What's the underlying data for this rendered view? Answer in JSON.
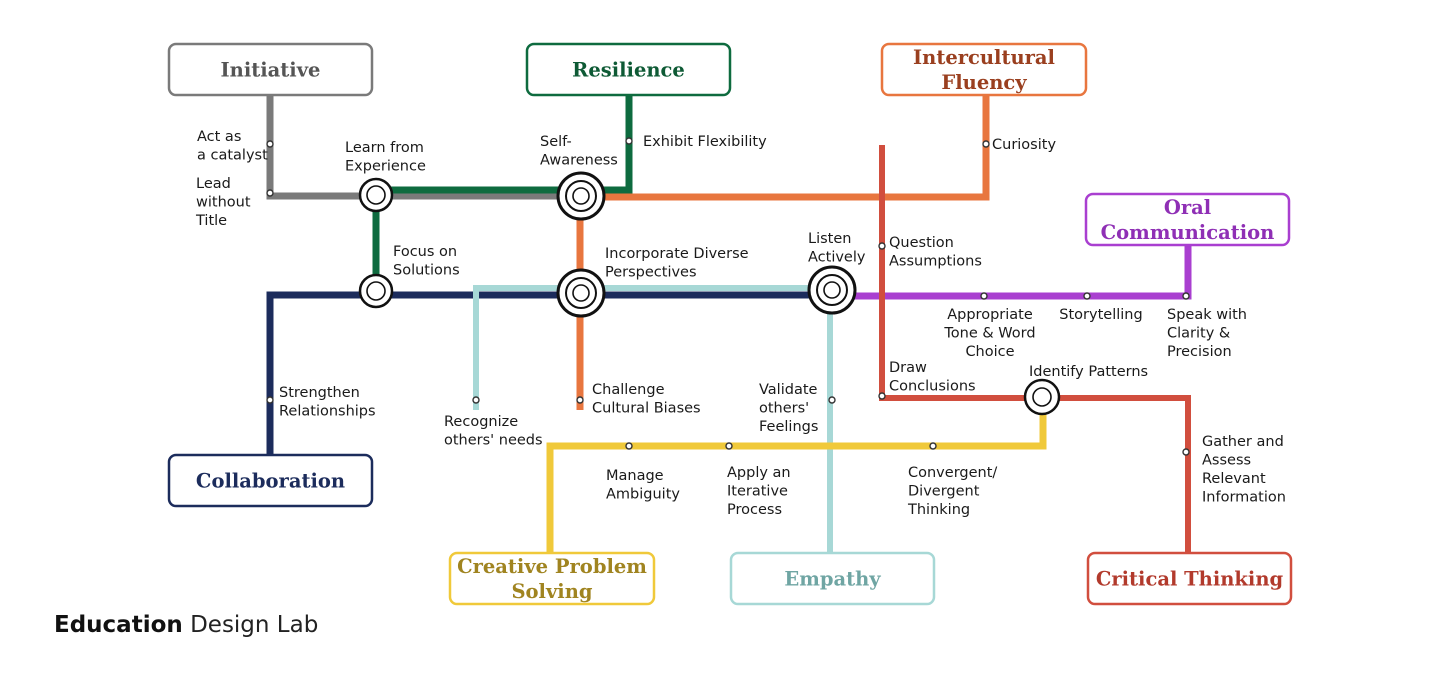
{
  "competencies": {
    "initiative": {
      "label": [
        "Initiative"
      ],
      "color": "#7a7a7a"
    },
    "resilience": {
      "label": [
        "Resilience"
      ],
      "color": "#0e6b3f"
    },
    "intercultural": {
      "label": [
        "Intercultural",
        "Fluency"
      ],
      "color": "#e8763f"
    },
    "oral": {
      "label": [
        "Oral",
        "Communication"
      ],
      "color": "#a93fd0"
    },
    "collaboration": {
      "label": [
        "Collaboration"
      ],
      "color": "#1c2c5c"
    },
    "creative": {
      "label": [
        "Creative Problem",
        "Solving"
      ],
      "color": "#f0c93a"
    },
    "empathy": {
      "label": [
        "Empathy"
      ],
      "color": "#a7d8d6"
    },
    "critical": {
      "label": [
        "Critical Thinking"
      ],
      "color": "#d14e3e"
    }
  },
  "box_text_colors": {
    "initiative": "#555555",
    "resilience": "#0e5a35",
    "intercultural": "#9a3f1f",
    "oral": "#8f2fb5",
    "collaboration": "#1c2c5c",
    "creative": "#a08420",
    "empathy": "#6fa5a3",
    "critical": "#b23a2c"
  },
  "stations": {
    "act_catalyst": [
      "Act as",
      "a catalyst"
    ],
    "lead_without_title": [
      "Lead",
      "without",
      "Title"
    ],
    "learn_experience": [
      "Learn from",
      "Experience"
    ],
    "self_awareness": [
      "Self-",
      "Awareness"
    ],
    "exhibit_flexibility": [
      "Exhibit Flexibility"
    ],
    "curiosity": [
      "Curiosity"
    ],
    "focus_solutions": [
      "Focus on",
      "Solutions"
    ],
    "incorporate_diverse": [
      "Incorporate Diverse",
      "Perspectives"
    ],
    "listen_actively": [
      "Listen",
      "Actively"
    ],
    "question_assumptions": [
      "Question",
      "Assumptions"
    ],
    "appropriate_tone": [
      "Appropriate",
      "Tone & Word",
      "Choice"
    ],
    "storytelling": [
      "Storytelling"
    ],
    "speak_clarity": [
      "Speak with",
      "Clarity &",
      "Precision"
    ],
    "strengthen_relationships": [
      "Strengthen",
      "Relationships"
    ],
    "recognize_needs": [
      "Recognize",
      "others' needs"
    ],
    "challenge_biases": [
      "Challenge",
      "Cultural Biases"
    ],
    "validate_feelings": [
      "Validate",
      "others'",
      "Feelings"
    ],
    "draw_conclusions": [
      "Draw",
      "Conclusions"
    ],
    "identify_patterns": [
      "Identify Patterns"
    ],
    "manage_ambiguity": [
      "Manage",
      "Ambiguity"
    ],
    "apply_iterative": [
      "Apply an",
      "Iterative",
      "Process"
    ],
    "convergent_divergent": [
      "Convergent/",
      "Divergent",
      "Thinking"
    ],
    "gather_assess": [
      "Gather and",
      "Assess",
      "Relevant",
      "Information"
    ]
  },
  "logo": {
    "bold": "Education",
    "light": "Design Lab"
  }
}
